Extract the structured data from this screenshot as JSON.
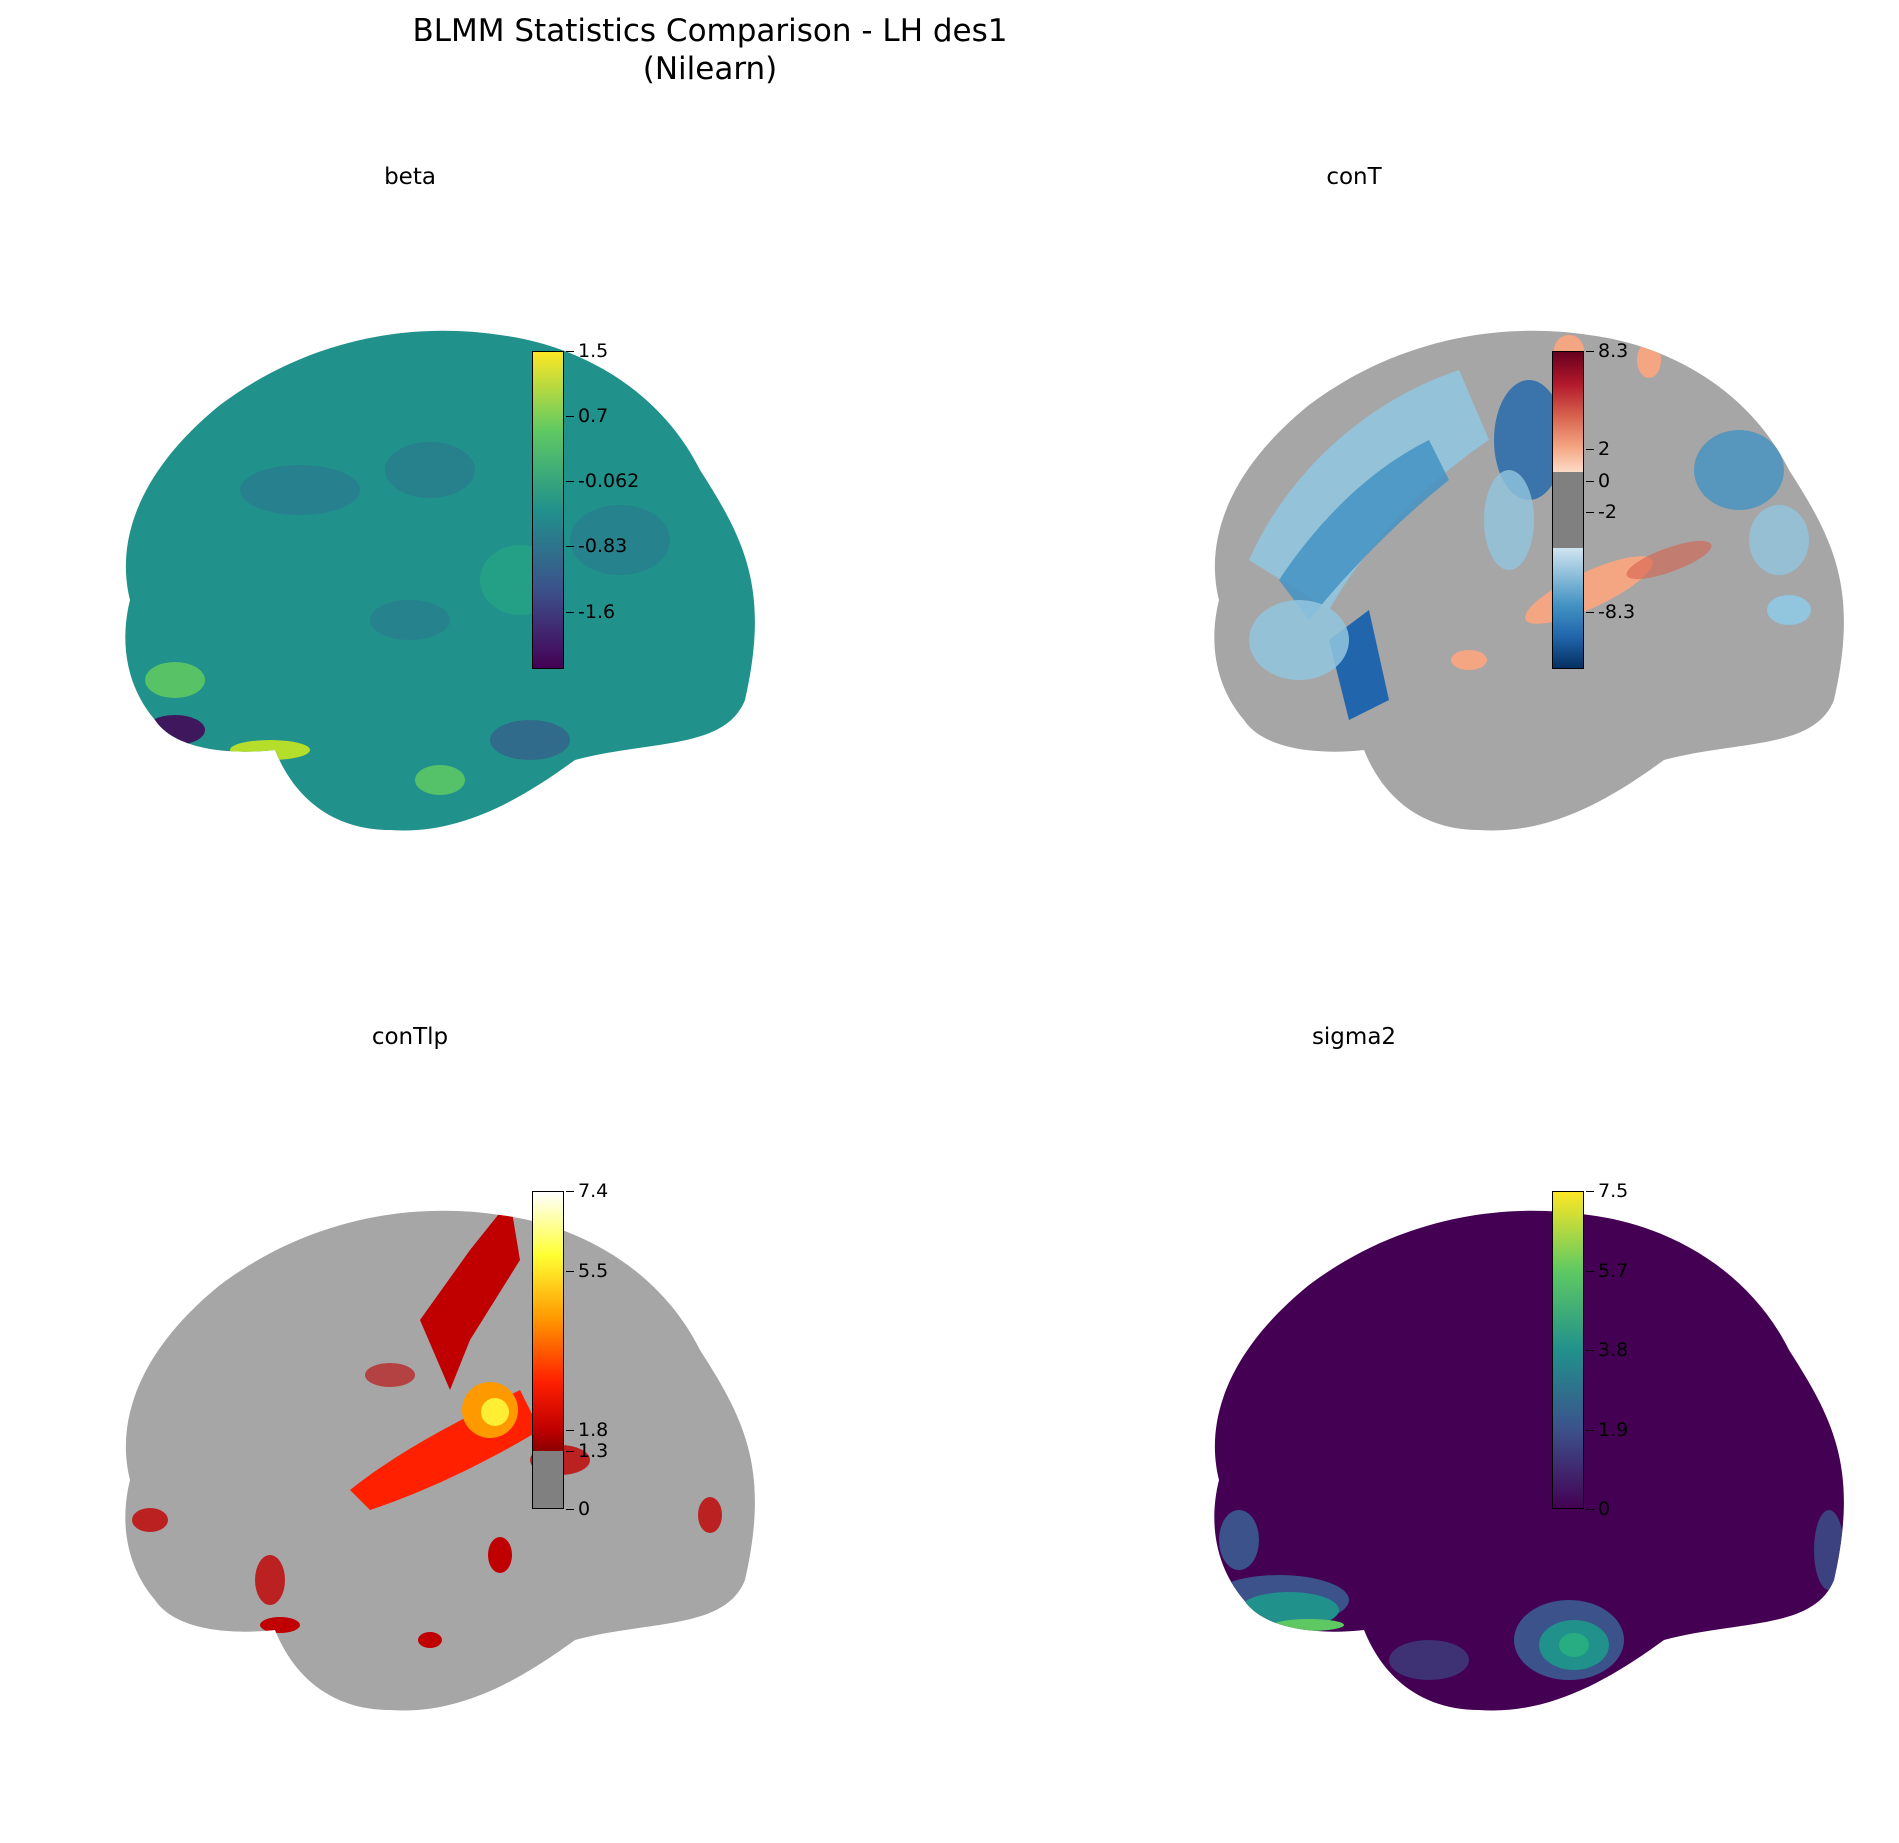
{
  "figure": {
    "title_line1": "BLMM Statistics Comparison - LH des1",
    "title_line2": "(Nilearn)"
  },
  "panels": [
    {
      "title": "beta",
      "colormap": "viridis",
      "colors": [
        "#440154",
        "#3b528b",
        "#21918c",
        "#5ec962",
        "#fde725"
      ],
      "surface_color": "#21918c",
      "colorbar_ticks": [
        "1.5",
        "0.7",
        "-0.062",
        "-0.83",
        "-1.6"
      ]
    },
    {
      "title": "conT",
      "colormap": "RdBu_r (thresholded at ±2)",
      "colors": [
        "#053061",
        "#4393c3",
        "#d1e5f0",
        "#808080",
        "#fddbc7",
        "#d6604d",
        "#67001f"
      ],
      "surface_color": "#a6a6a6",
      "colorbar_ticks": [
        "8.3",
        "2",
        "0",
        "-2",
        "-8.3"
      ]
    },
    {
      "title": "conTlp",
      "colormap": "hot (thresholded at 1.3)",
      "colors": [
        "#808080",
        "#8b0000",
        "#ff2000",
        "#ff9900",
        "#ffff33",
        "#ffffff"
      ],
      "surface_color": "#a6a6a6",
      "colorbar_ticks": [
        "7.4",
        "5.5",
        "1.8",
        "1.3",
        "0"
      ]
    },
    {
      "title": "sigma2",
      "colormap": "viridis",
      "colors": [
        "#440154",
        "#3b528b",
        "#21918c",
        "#5ec962",
        "#fde725"
      ],
      "surface_color": "#440154",
      "colorbar_ticks": [
        "7.5",
        "5.7",
        "3.8",
        "1.9",
        "0"
      ]
    }
  ]
}
